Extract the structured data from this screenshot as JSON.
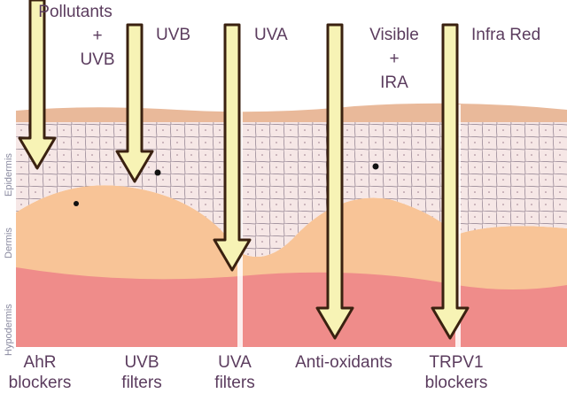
{
  "sources": [
    {
      "lines": [
        "Pollutants",
        "+",
        "UVB"
      ]
    },
    {
      "lines": [
        "UVB"
      ]
    },
    {
      "lines": [
        "UVA"
      ]
    },
    {
      "lines": [
        "Visible",
        "+",
        "IRA"
      ]
    },
    {
      "lines": [
        "Infra Red"
      ]
    }
  ],
  "layers": [
    "Epidermis",
    "Dermis",
    "Hypodermis"
  ],
  "treatments": [
    {
      "lines": [
        "AhR",
        "blockers"
      ]
    },
    {
      "lines": [
        "UVB",
        "filters"
      ]
    },
    {
      "lines": [
        "UVA",
        "filters"
      ]
    },
    {
      "lines": [
        "Anti-oxidants"
      ]
    },
    {
      "lines": [
        "TRPV1",
        "blockers"
      ]
    }
  ],
  "colors": {
    "text": "#5b3c5e",
    "arrow_fill": "#f7f3b5",
    "arrow_outline": "#3a2110",
    "surface": "#e9b99a",
    "epidermis": "#f6e7e6",
    "dermis": "#f8c497",
    "hypodermis": "#ef8c8a"
  }
}
